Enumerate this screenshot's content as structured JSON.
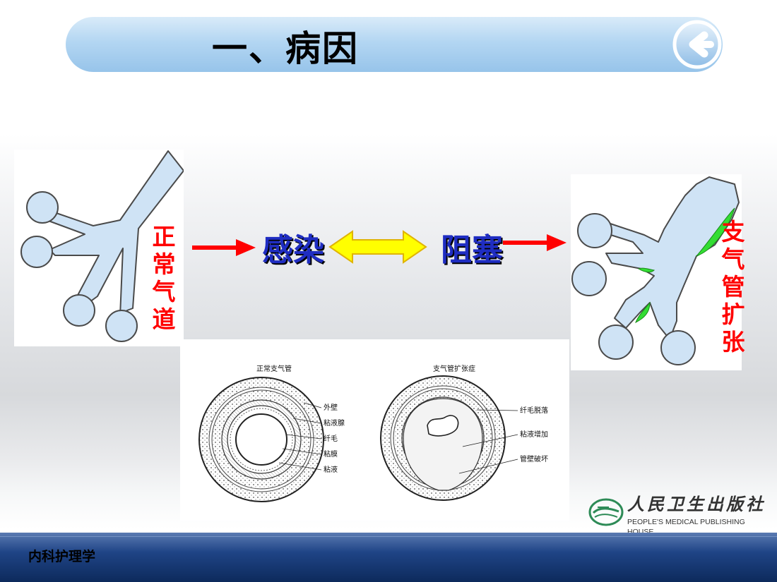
{
  "slide": {
    "title": "一、病因",
    "footer": "内科护理学"
  },
  "labels": {
    "normal_airway": [
      "正",
      "常",
      "气",
      "道"
    ],
    "bronchiectasis": [
      "支",
      "气",
      "管",
      "扩",
      "张"
    ]
  },
  "flow": {
    "infection": "感染",
    "obstruction": "阻塞"
  },
  "cross_section": {
    "normal_title": "正常支气管",
    "diseased_title": "支气管扩张症",
    "normal_parts": [
      "外壁",
      "粘液腺",
      "纤毛",
      "粘膜",
      "粘液"
    ],
    "diseased_parts": [
      "纤毛脱落",
      "粘液增加",
      "管壁破坏"
    ]
  },
  "publisher": {
    "name_cn": "人民卫生出版社",
    "name_en": "PEOPLE'S MEDICAL PUBLISHING HOUSE"
  },
  "colors": {
    "label_red": "#ff0000",
    "keyword_blue": "#1f2dc2",
    "airway_fill": "#cfe3f5",
    "lesion_green": "#33dd33",
    "double_arrow_yellow": "#ffff00"
  },
  "icons": {
    "back": "back-arrow-icon",
    "publisher_logo": "publisher-logo-icon"
  }
}
